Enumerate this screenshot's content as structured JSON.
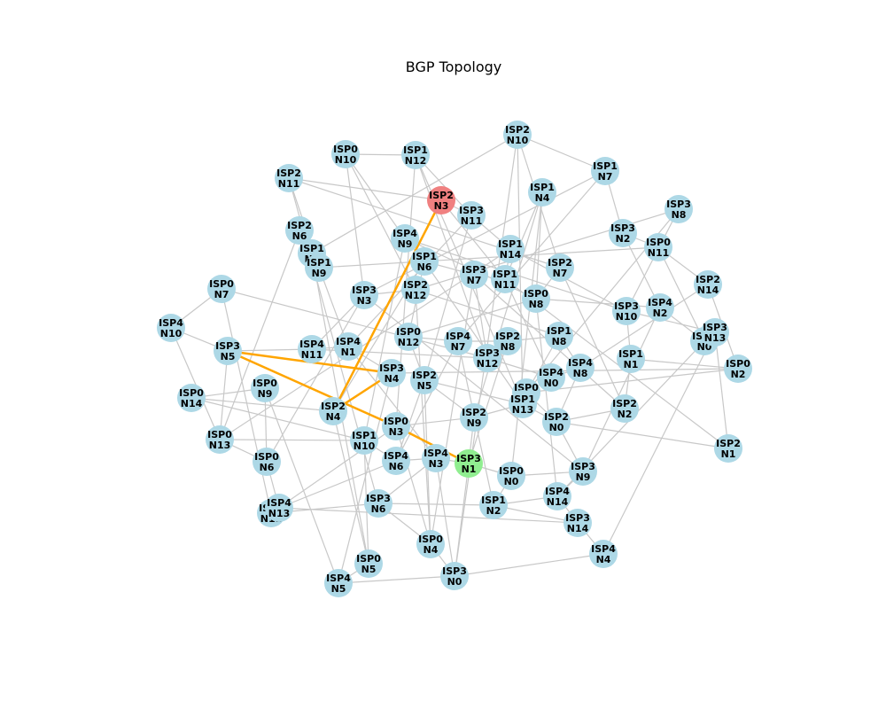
{
  "title": "BGP Topology",
  "colors": {
    "node": "#add8e6",
    "source": "#f08080",
    "destination": "#90ee90",
    "edge": "#c8c8c8",
    "path": "#ffa500"
  },
  "source": "ISP2 N3",
  "destination": "ISP3 N1",
  "path": [
    "ISP2 N3",
    "ISP2 N4",
    "ISP3 N4",
    "ISP3 N5",
    "ISP0 N3",
    "ISP3 N1"
  ],
  "nodes": [
    "ISP0 N0",
    "ISP0 N1",
    "ISP0 N2",
    "ISP0 N3",
    "ISP0 N4",
    "ISP0 N5",
    "ISP0 N6",
    "ISP0 N7",
    "ISP0 N8",
    "ISP0 N9",
    "ISP0 N10",
    "ISP0 N11",
    "ISP0 N12",
    "ISP0 N13",
    "ISP0 N14",
    "ISP1 N0",
    "ISP1 N1",
    "ISP1 N2",
    "ISP1 N3",
    "ISP1 N4",
    "ISP1 N6",
    "ISP1 N7",
    "ISP1 N8",
    "ISP1 N9",
    "ISP1 N10",
    "ISP1 N11",
    "ISP1 N12",
    "ISP1 N13",
    "ISP1 N14",
    "ISP2 N0",
    "ISP2 N1",
    "ISP2 N2",
    "ISP2 N3",
    "ISP2 N4",
    "ISP2 N5",
    "ISP2 N6",
    "ISP2 N7",
    "ISP2 N8",
    "ISP2 N9",
    "ISP2 N10",
    "ISP2 N11",
    "ISP2 N12",
    "ISP2 N14",
    "ISP3 N0",
    "ISP3 N1",
    "ISP3 N2",
    "ISP3 N3",
    "ISP3 N4",
    "ISP3 N5",
    "ISP3 N6",
    "ISP3 N7",
    "ISP3 N8",
    "ISP3 N9",
    "ISP3 N10",
    "ISP3 N11",
    "ISP3 N12",
    "ISP3 N13",
    "ISP3 N14",
    "ISP4 N0",
    "ISP4 N1",
    "ISP4 N2",
    "ISP4 N3",
    "ISP4 N4",
    "ISP4 N5",
    "ISP4 N6",
    "ISP4 N7",
    "ISP4 N8",
    "ISP4 N9",
    "ISP4 N10",
    "ISP4 N11",
    "ISP4 N12",
    "ISP4 N13",
    "ISP4 N14"
  ],
  "edges": [
    [
      "ISP0 N10",
      "ISP1 N12"
    ],
    [
      "ISP0 N10",
      "ISP4 N9"
    ],
    [
      "ISP0 N10",
      "ISP3 N3"
    ],
    [
      "ISP1 N12",
      "ISP1 N13"
    ],
    [
      "ISP1 N12",
      "ISP3 N11"
    ],
    [
      "ISP1 N13",
      "ISP2 N10"
    ],
    [
      "ISP1 N13",
      "ISP1 N6"
    ],
    [
      "ISP2 N10",
      "ISP1 N7"
    ],
    [
      "ISP2 N10",
      "ISP2 N7"
    ],
    [
      "ISP2 N11",
      "ISP2 N3"
    ],
    [
      "ISP2 N11",
      "ISP1 N9"
    ],
    [
      "ISP2 N11",
      "ISP3 N6"
    ],
    [
      "ISP2 N3",
      "ISP3 N11"
    ],
    [
      "ISP3 N11",
      "ISP1 N14"
    ],
    [
      "ISP3 N11",
      "ISP2 N5"
    ],
    [
      "ISP1 N4",
      "ISP1 N11"
    ],
    [
      "ISP1 N4",
      "ISP0 N8"
    ],
    [
      "ISP1 N4",
      "ISP2 N9"
    ],
    [
      "ISP1 N7",
      "ISP3 N2"
    ],
    [
      "ISP1 N7",
      "ISP4 N7"
    ],
    [
      "ISP3 N8",
      "ISP3 N10"
    ],
    [
      "ISP3 N8",
      "ISP0 N1"
    ],
    [
      "ISP3 N2",
      "ISP0 N11"
    ],
    [
      "ISP3 N2",
      "ISP4 N2"
    ],
    [
      "ISP0 N11",
      "ISP2 N14"
    ],
    [
      "ISP0 N11",
      "ISP1 N0"
    ],
    [
      "ISP2 N6",
      "ISP1 N3"
    ],
    [
      "ISP2 N6",
      "ISP0 N13"
    ],
    [
      "ISP4 N9",
      "ISP1 N6"
    ],
    [
      "ISP4 N9",
      "ISP1 N10"
    ],
    [
      "ISP1 N3",
      "ISP1 N9"
    ],
    [
      "ISP1 N3",
      "ISP0 N5"
    ],
    [
      "ISP1 N6",
      "ISP3 N7"
    ],
    [
      "ISP1 N6",
      "ISP0 N12"
    ],
    [
      "ISP1 N9",
      "ISP1 N5"
    ],
    [
      "ISP1 N9",
      "ISP4 N1"
    ],
    [
      "ISP1 N14",
      "ISP1 N11"
    ],
    [
      "ISP1 N14",
      "ISP3 N10"
    ],
    [
      "ISP2 N7",
      "ISP0 N8"
    ],
    [
      "ISP2 N7",
      "ISP2 N2"
    ],
    [
      "ISP3 N7",
      "ISP3 N12"
    ],
    [
      "ISP3 N7",
      "ISP0 N4"
    ],
    [
      "ISP1 N11",
      "ISP4 N0"
    ],
    [
      "ISP2 N12",
      "ISP3 N3"
    ],
    [
      "ISP2 N12",
      "ISP1 N8"
    ],
    [
      "ISP0 N8",
      "ISP4 N2"
    ],
    [
      "ISP0 N8",
      "ISP4 N14"
    ],
    [
      "ISP0 N7",
      "ISP1 N5"
    ],
    [
      "ISP0 N7",
      "ISP4 N10"
    ],
    [
      "ISP0 N7",
      "ISP4 N12"
    ],
    [
      "ISP1 N5",
      "ISP0 N9"
    ],
    [
      "ISP3 N3",
      "ISP4 N11"
    ],
    [
      "ISP3 N3",
      "ISP0 N6"
    ],
    [
      "ISP3 N10",
      "ISP3 N13"
    ],
    [
      "ISP3 N10",
      "ISP1 N1"
    ],
    [
      "ISP4 N2",
      "ISP1 N0"
    ],
    [
      "ISP4 N2",
      "ISP3 N9"
    ],
    [
      "ISP2 N14",
      "ISP0 N2"
    ],
    [
      "ISP4 N10",
      "ISP3 N5"
    ],
    [
      "ISP4 N10",
      "ISP0 N13"
    ],
    [
      "ISP0 N12",
      "ISP4 N7"
    ],
    [
      "ISP0 N12",
      "ISP2 N5"
    ],
    [
      "ISP4 N7",
      "ISP2 N8"
    ],
    [
      "ISP4 N7",
      "ISP4 N6"
    ],
    [
      "ISP2 N8",
      "ISP1 N8"
    ],
    [
      "ISP2 N8",
      "ISP3 N12"
    ],
    [
      "ISP1 N8",
      "ISP4 N8"
    ],
    [
      "ISP1 N8",
      "ISP0 N1"
    ],
    [
      "ISP3 N13",
      "ISP1 N0"
    ],
    [
      "ISP3 N13",
      "ISP2 N1"
    ],
    [
      "ISP3 N5",
      "ISP4 N11"
    ],
    [
      "ISP4 N11",
      "ISP4 N1"
    ],
    [
      "ISP4 N1",
      "ISP3 N4"
    ],
    [
      "ISP3 N12",
      "ISP4 N0"
    ],
    [
      "ISP3 N12",
      "ISP1 N12"
    ],
    [
      "ISP1 N1",
      "ISP0 N2"
    ],
    [
      "ISP1 N1",
      "ISP2 N2"
    ],
    [
      "ISP0 N2",
      "ISP0 N1"
    ],
    [
      "ISP2 N5",
      "ISP2 N9"
    ],
    [
      "ISP2 N5",
      "ISP4 N6"
    ],
    [
      "ISP4 N8",
      "ISP4 N0"
    ],
    [
      "ISP4 N8",
      "ISP2 N0"
    ],
    [
      "ISP4 N0",
      "ISP0 N1"
    ],
    [
      "ISP0 N14",
      "ISP0 N9"
    ],
    [
      "ISP0 N14",
      "ISP2 N4"
    ],
    [
      "ISP0 N9",
      "ISP0 N6"
    ],
    [
      "ISP0 N1",
      "ISP1 N13"
    ],
    [
      "ISP0 N1",
      "ISP2 N0"
    ],
    [
      "ISP2 N2",
      "ISP2 N0"
    ],
    [
      "ISP2 N9",
      "ISP3 N1"
    ],
    [
      "ISP2 N9",
      "ISP1 N13"
    ],
    [
      "ISP1 N13",
      "ISP2 N0"
    ],
    [
      "ISP2 N0",
      "ISP3 N9"
    ],
    [
      "ISP2 N1",
      "ISP2 N0"
    ],
    [
      "ISP0 N13",
      "ISP0 N6"
    ],
    [
      "ISP0 N13",
      "ISP1 N10"
    ],
    [
      "ISP1 N10",
      "ISP4 N6"
    ],
    [
      "ISP1 N10",
      "ISP0 N5"
    ],
    [
      "ISP4 N6",
      "ISP4 N3"
    ],
    [
      "ISP4 N3",
      "ISP3 N1"
    ],
    [
      "ISP4 N3",
      "ISP3 N6"
    ],
    [
      "ISP0 N6",
      "ISP4 N13"
    ],
    [
      "ISP3 N1",
      "ISP0 N0"
    ],
    [
      "ISP3 N1",
      "ISP3 N0"
    ],
    [
      "ISP0 N0",
      "ISP3 N9"
    ],
    [
      "ISP0 N0",
      "ISP1 N2"
    ],
    [
      "ISP3 N9",
      "ISP4 N14"
    ],
    [
      "ISP4 N14",
      "ISP3 N14"
    ],
    [
      "ISP4 N14",
      "ISP1 N2"
    ],
    [
      "ISP4 N12",
      "ISP4 N13"
    ],
    [
      "ISP4 N12",
      "ISP3 N6"
    ],
    [
      "ISP4 N13",
      "ISP3 N14"
    ],
    [
      "ISP3 N6",
      "ISP1 N2"
    ],
    [
      "ISP3 N6",
      "ISP0 N4"
    ],
    [
      "ISP1 N2",
      "ISP3 N14"
    ],
    [
      "ISP3 N14",
      "ISP4 N4"
    ],
    [
      "ISP0 N4",
      "ISP3 N0"
    ],
    [
      "ISP0 N4",
      "ISP2 N5"
    ],
    [
      "ISP4 N4",
      "ISP3 N0"
    ],
    [
      "ISP4 N4",
      "ISP3 N13"
    ],
    [
      "ISP0 N5",
      "ISP4 N5"
    ],
    [
      "ISP4 N5",
      "ISP3 N0"
    ],
    [
      "ISP4 N5",
      "ISP3 N4"
    ],
    [
      "ISP3 N0",
      "ISP4 N3"
    ],
    [
      "ISP1 N6",
      "ISP2 N4"
    ],
    [
      "ISP2 N12",
      "ISP0 N4"
    ],
    [
      "ISP0 N10",
      "ISP2 N12"
    ],
    [
      "ISP4 N11",
      "ISP3 N12"
    ],
    [
      "ISP3 N5",
      "ISP0 N13"
    ],
    [
      "ISP2 N3",
      "ISP1 N11"
    ],
    [
      "ISP4 N9",
      "ISP0 N8"
    ],
    [
      "ISP1 N7",
      "ISP3 N3"
    ],
    [
      "ISP3 N8",
      "ISP2 N12"
    ],
    [
      "ISP0 N7",
      "ISP3 N12"
    ],
    [
      "ISP2 N11",
      "ISP2 N7"
    ],
    [
      "ISP4 N12",
      "ISP0 N3"
    ],
    [
      "ISP0 N14",
      "ISP1 N10"
    ],
    [
      "ISP3 N3",
      "ISP3 N9"
    ],
    [
      "ISP2 N8",
      "ISP3 N1"
    ],
    [
      "ISP1 N11",
      "ISP2 N1"
    ],
    [
      "ISP0 N9",
      "ISP4 N5"
    ],
    [
      "ISP3 N11",
      "ISP4 N1"
    ],
    [
      "ISP4 N9",
      "ISP3 N10"
    ],
    [
      "ISP1 N9",
      "ISP0 N11"
    ],
    [
      "ISP2 N14",
      "ISP4 N8"
    ],
    [
      "ISP0 N0",
      "ISP1 N4"
    ],
    [
      "ISP1 N5",
      "ISP2 N6"
    ],
    [
      "ISP2 N4",
      "ISP0 N5"
    ],
    [
      "ISP0 N3",
      "ISP2 N9"
    ],
    [
      "ISP0 N3",
      "ISP0 N4"
    ],
    [
      "ISP1 N0",
      "ISP4 N14"
    ],
    [
      "ISP2 N10",
      "ISP3 N0"
    ],
    [
      "ISP1 N12",
      "ISP0 N3"
    ],
    [
      "ISP1 N3",
      "ISP2 N10"
    ],
    [
      "ISP4 N1",
      "ISP4 N3"
    ],
    [
      "ISP2 N5",
      "ISP1 N13"
    ],
    [
      "ISP0 N12",
      "ISP0 N8"
    ],
    [
      "ISP3 N7",
      "ISP2 N2"
    ],
    [
      "ISP4 N6",
      "ISP4 N13"
    ],
    [
      "ISP3 N4",
      "ISP0 N2"
    ],
    [
      "ISP1 N14",
      "ISP0 N13"
    ],
    [
      "ISP4 N7",
      "ISP1 N2"
    ]
  ]
}
